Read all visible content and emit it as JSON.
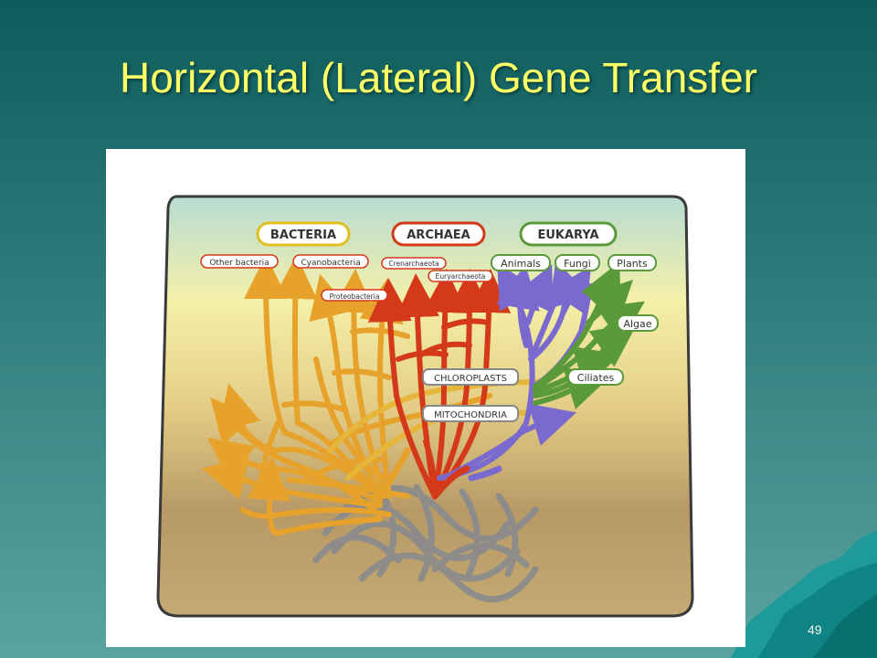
{
  "slide": {
    "title": "Horizontal (Lateral) Gene Transfer",
    "page_number": "49"
  },
  "diagram": {
    "domains": [
      "BACTERIA",
      "ARCHAEA",
      "EUKARYA"
    ],
    "groups": {
      "other_bacteria": "Other bacteria",
      "cyanobacteria": "Cyanobacteria",
      "proteobacteria": "Proteobacteria",
      "crenarchaeota": "Crenarchaeota",
      "euryarchaeota": "Euryarchaeota",
      "animals": "Animals",
      "fungi": "Fungi",
      "plants": "Plants",
      "algae": "Algae",
      "ciliates": "Ciliates",
      "chloroplasts": "CHLOROPLASTS",
      "mitochondria": "MITOCHONDRIA"
    },
    "colors": {
      "bacteria": "#e0a020",
      "archaea": "#d43a1a",
      "eukarya": "#7a6ad0",
      "plants": "#5a9a3a",
      "root_net": "#8a8a8a"
    }
  }
}
